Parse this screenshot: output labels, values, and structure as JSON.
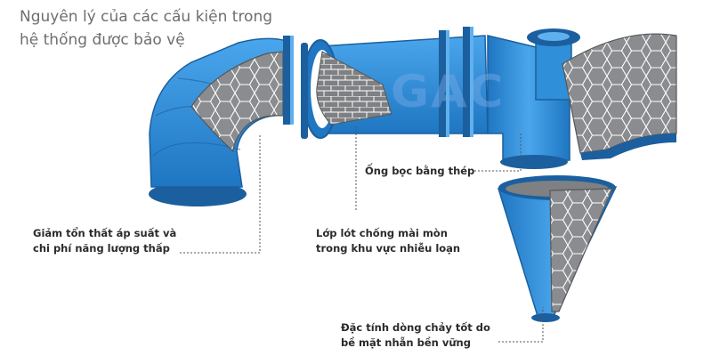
{
  "title": {
    "line1": "Nguyên lý của các cấu kiện trong",
    "line2": "hệ thống được bảo vệ"
  },
  "labels": {
    "pressure": [
      "Giảm tổn thất áp suất và",
      "chi phí năng lượng thấp"
    ],
    "lining": [
      "Lớp lót chống mài mòn",
      "trong khu vực nhiễu loạn"
    ],
    "steel": [
      "Ống bọc bằng thép"
    ],
    "flow": [
      "Đặc tính dòng chảy tốt do",
      "bề mặt nhẵn bền vững"
    ]
  },
  "watermark": "GAC",
  "colors": {
    "pipe_blue": "#2f8fd8",
    "pipe_dark": "#1c5f9e",
    "pipe_light": "#5fb0ee",
    "lining_grey": "#8d8f92",
    "lining_dark": "#555759",
    "leader": "#555555"
  }
}
